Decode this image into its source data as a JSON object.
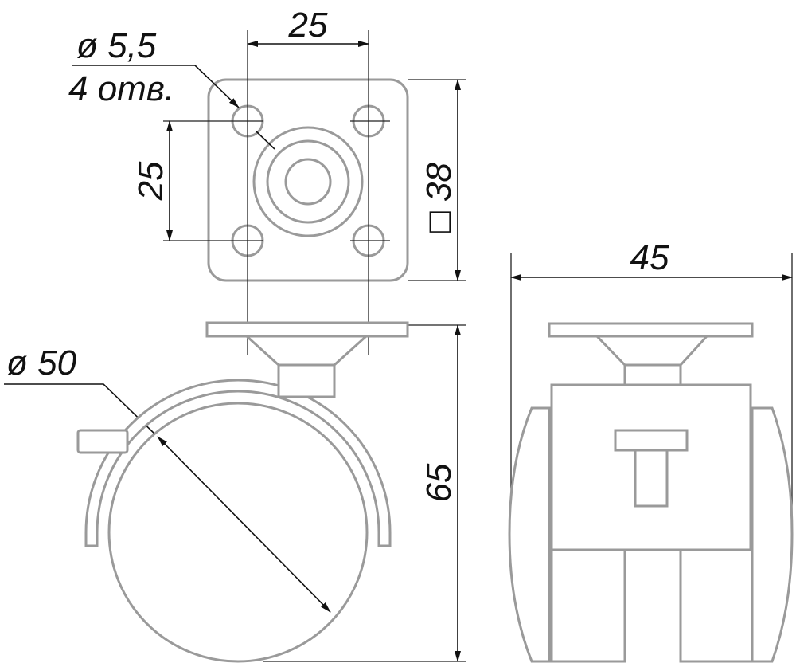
{
  "title": "Caster wheel dimensional drawing",
  "labels": {
    "hole_diameter": "ø 5,5",
    "hole_count": "4 отв.",
    "hole_spacing_horizontal": "25",
    "hole_spacing_vertical": "25",
    "plate_size": "□ 38",
    "total_width": "45",
    "wheel_diameter": "ø 50",
    "total_height": "65"
  }
}
